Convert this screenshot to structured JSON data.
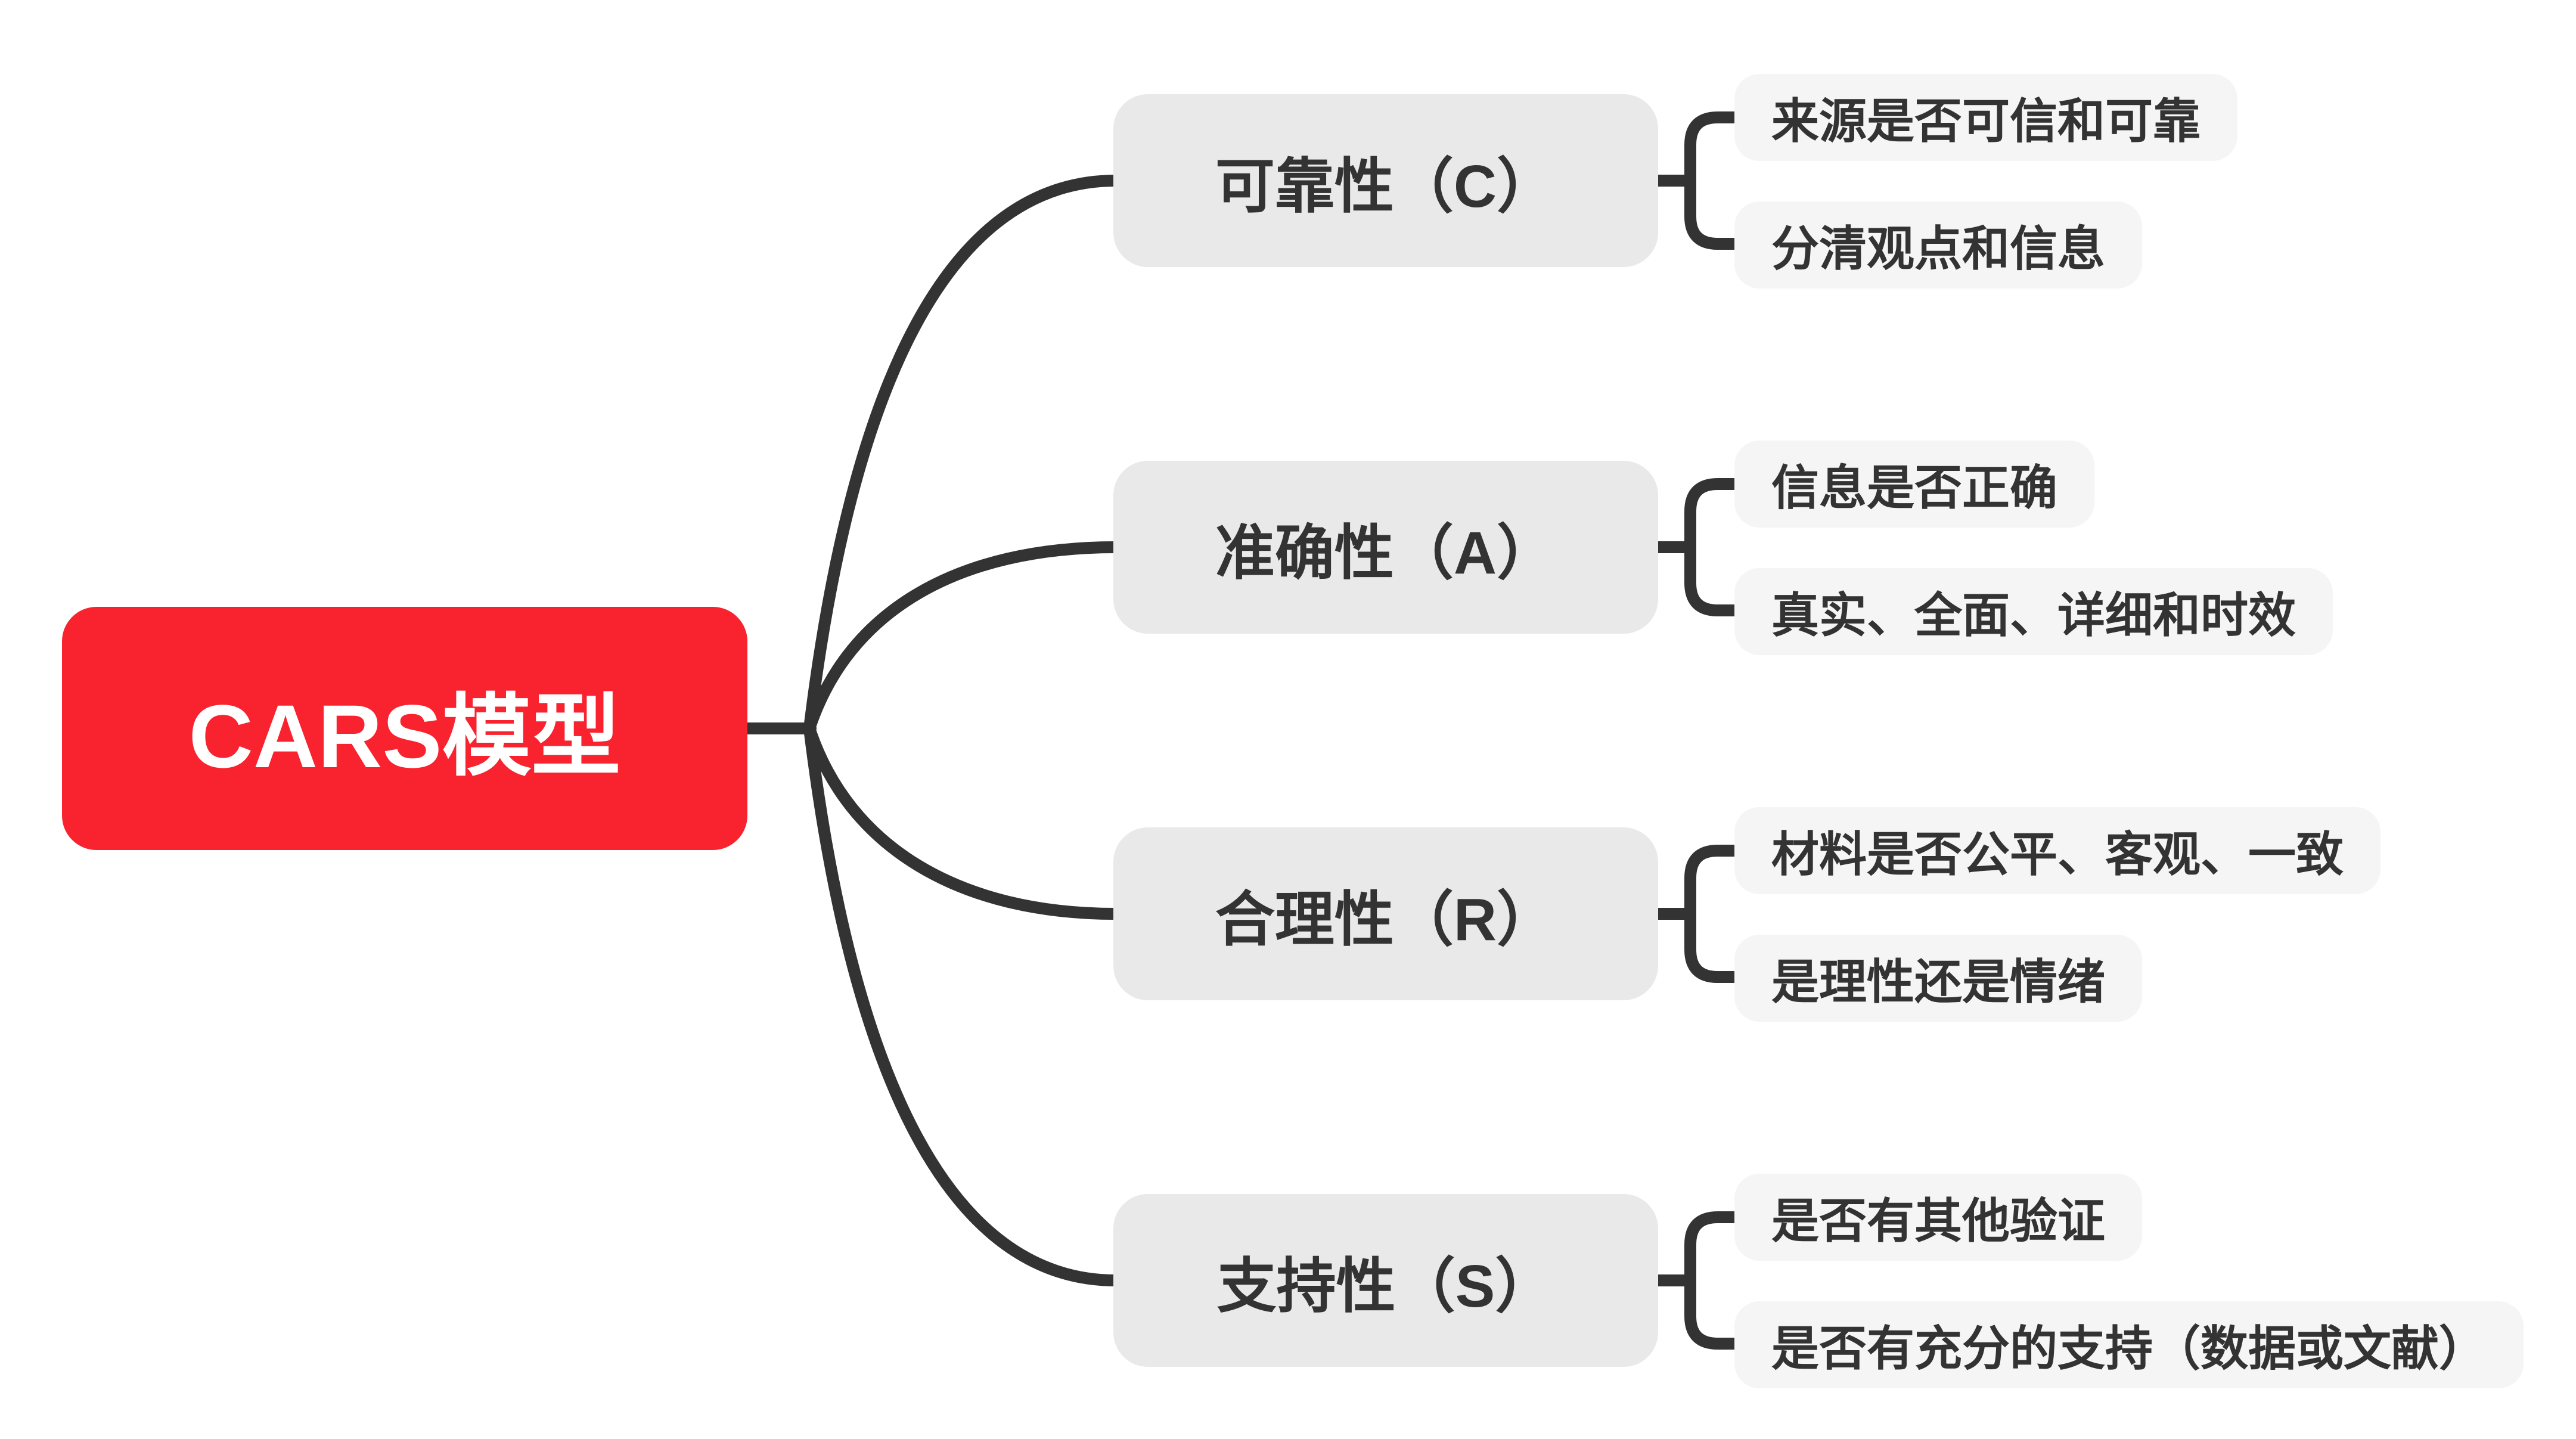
{
  "root": {
    "label": "CARS模型"
  },
  "branches": [
    {
      "label": "可靠性（C）",
      "children": [
        "来源是否可信和可靠",
        "分清观点和信息"
      ]
    },
    {
      "label": "准确性（A）",
      "children": [
        "信息是否正确",
        "真实、全面、详细和时效"
      ]
    },
    {
      "label": "合理性（R）",
      "children": [
        "材料是否公平、客观、一致",
        "是理性还是情绪"
      ]
    },
    {
      "label": "支持性（S）",
      "children": [
        "是否有其他验证",
        "是否有充分的支持（数据或文献）"
      ]
    }
  ],
  "colors": {
    "canvas": "#ffffff",
    "line": "#333333",
    "text": "#333333",
    "root_bg": "#f8232e",
    "root_text": "#ffffff",
    "branch_bg": "#e9e9e9",
    "leaf_bg": "#f5f5f6"
  }
}
